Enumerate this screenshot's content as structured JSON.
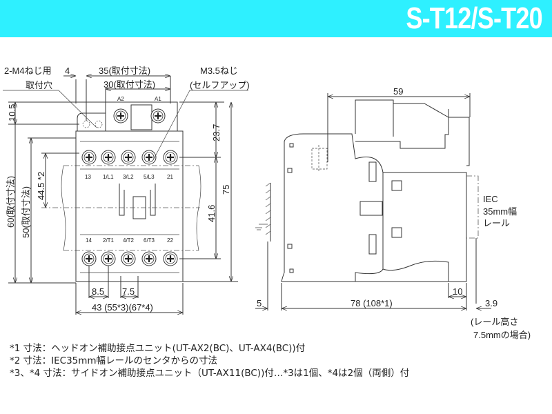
{
  "title": "S-T12/S-T20",
  "colors": {
    "banner": "#2ef0ff",
    "title_text": "#ffffff",
    "lines": "#333333"
  },
  "front_view": {
    "hole_label_1": "2-M4ねじ用",
    "hole_label_2": "取付穴",
    "dim_4": "4",
    "dim_35": "35(取付寸法)",
    "dim_30": "30(取付寸法)",
    "screw_label_1": "M3.5ねじ",
    "screw_label_2": "(セルフアップ)",
    "coil_terminals": [
      "A2",
      "A1"
    ],
    "dim_10_5": "10.5",
    "dim_23_7": "23.7",
    "dim_44_5": "44.5 *2",
    "dim_75": "75",
    "dim_41_6": "41.6",
    "dim_60": "60(取付寸法)",
    "dim_50": "50(取付寸法)",
    "top_terminals": [
      "13",
      "1/L1",
      "3/L2",
      "5/L3",
      "21"
    ],
    "bottom_terminals": [
      "14",
      "2/T1",
      "4/T2",
      "6/T3",
      "22"
    ],
    "dim_8_5": "8.5",
    "dim_7_5": "7.5",
    "dim_43": "43 (55*3)(67*4)"
  },
  "side_view": {
    "dim_59": "59",
    "rail_label": [
      "IEC",
      "35mm幅",
      "レール"
    ],
    "dim_5": "5",
    "dim_78": "78 (108*1)",
    "dim_10": "10",
    "dim_3_9": "3.9",
    "rail_note": [
      "(レール高さ",
      "7.5mmの場合)"
    ]
  },
  "notes": [
    "*1 寸法：ヘッドオン補助接点ユニット(UT-AX2(BC)、UT-AX4(BC))付",
    "*2 寸法：IEC35mm幅レールのセンタからの寸法",
    "*3、*4 寸法：サイドオン補助接点ユニット（UT-AX11(BC))付…*3は1個、*4は2個（両側）付"
  ]
}
